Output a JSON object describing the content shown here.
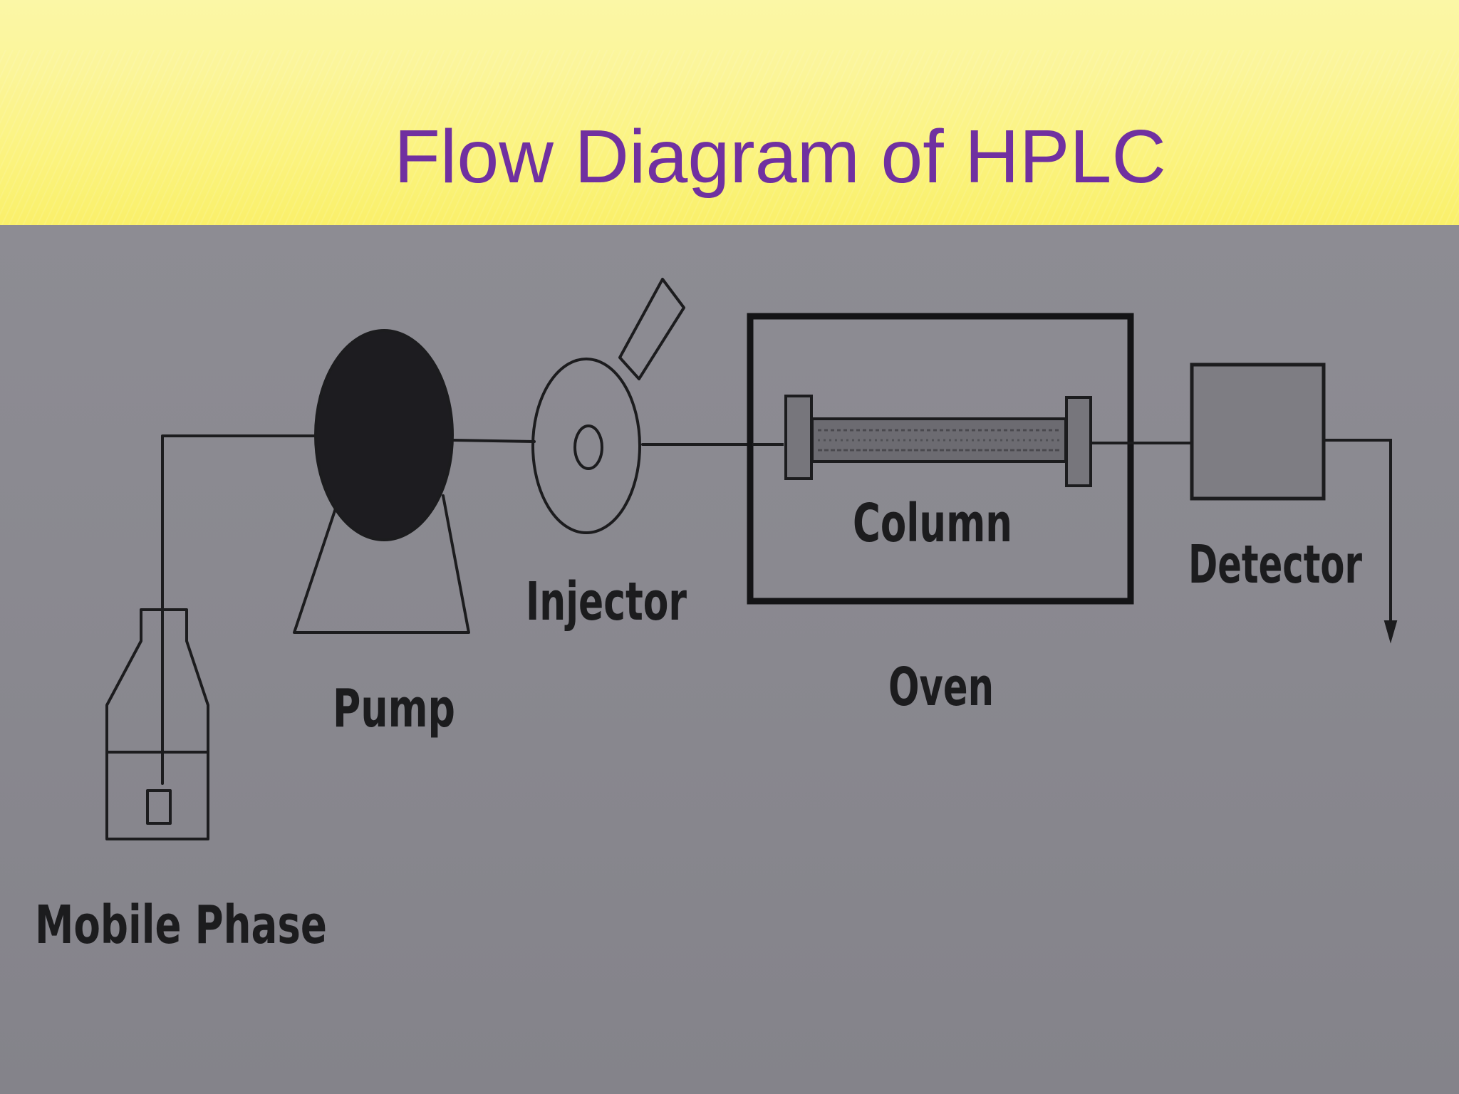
{
  "slide": {
    "title": "Flow Diagram of HPLC"
  },
  "diagram": {
    "components": {
      "mobile_phase": "Mobile Phase",
      "pump": "Pump",
      "injector": "Injector",
      "column": "Column",
      "oven": "Oven",
      "detector": "Detector"
    }
  },
  "colors": {
    "title": "#7030a0",
    "band": "#fbf37e",
    "photo_bg": "#8a8990",
    "ink": "#1c1c1e"
  }
}
